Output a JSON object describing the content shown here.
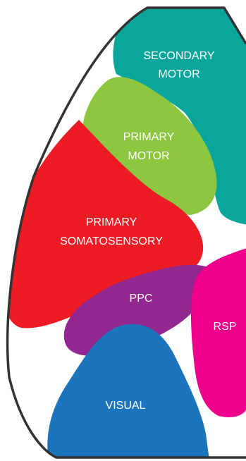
{
  "regions": {
    "secondary_motor": {
      "label_line1": "SECONDARY",
      "label_line2": "MOTOR",
      "color": "#0aa69c"
    },
    "primary_motor": {
      "label_line1": "PRIMARY",
      "label_line2": "MOTOR",
      "color": "#8dc63f"
    },
    "primary_somatosensory": {
      "label_line1": "PRIMARY",
      "label_line2": "SOMATOSENSORY",
      "color": "#ed1c24"
    },
    "ppc": {
      "label": "PPC",
      "color": "#92278f"
    },
    "rsp": {
      "label": "RSP",
      "color": "#ec008c"
    },
    "visual": {
      "label": "VISUAL",
      "color": "#1c75bc"
    }
  },
  "outline_color": "#333333"
}
